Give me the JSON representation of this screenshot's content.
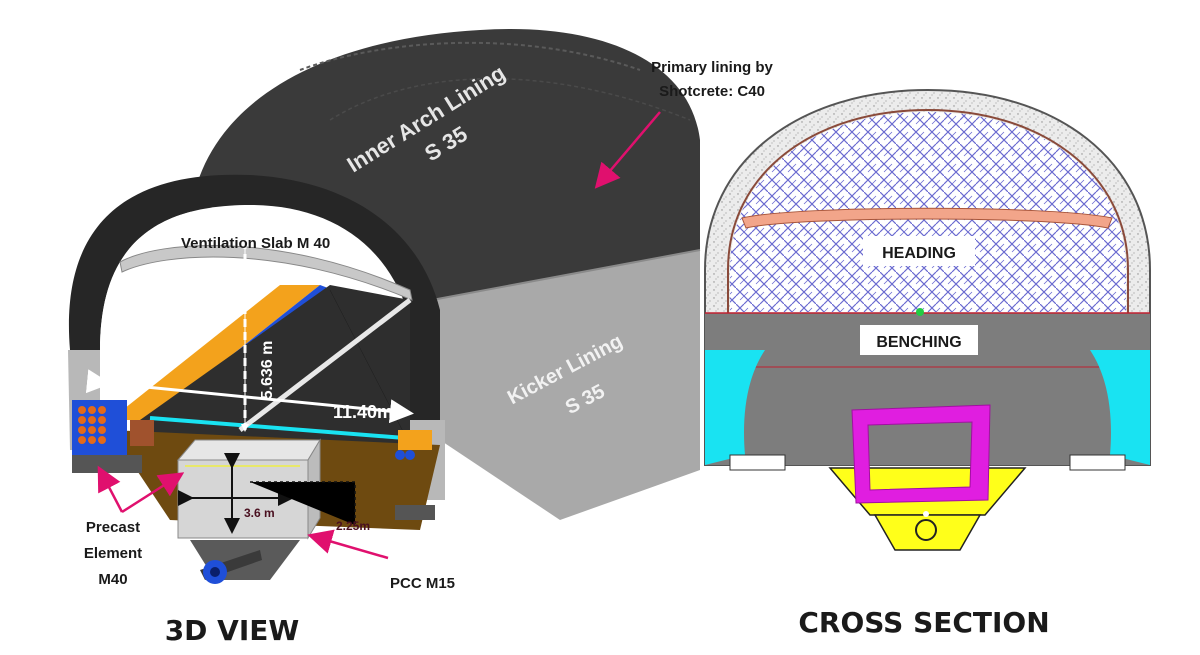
{
  "colors": {
    "tunnel_shell": "#3a3a3a",
    "tunnel_shell_dark": "#262626",
    "kicker_gray": "#a9a9a9",
    "orange_slab": "#f3a21c",
    "blue_beam": "#1f4fd8",
    "bench_gray": "#7d7d7d",
    "heading_hatch": "#6a6ad0",
    "cyan_fill": "#19e3f2",
    "magenta_frame": "#e01ee0",
    "yellow_fill": "#ffff1a",
    "arrow_pink": "#e0106e",
    "dim_dark": "#4a1020"
  },
  "view_3d": {
    "title": "3D VIEW",
    "inner_arch": {
      "line1": "Inner Arch Lining",
      "line2": "S 35"
    },
    "primary_lining": {
      "line1": "Primary lining by",
      "line2": "Shotcrete: C40"
    },
    "ventilation_slab": "Ventilation Slab  M 40",
    "kicker_left": {
      "line1": "Kicker Lining",
      "line2": "S 35"
    },
    "kicker_right": {
      "line1": "Kicker Lining",
      "line2": "S 35"
    },
    "dim_height": "5.636 m",
    "dim_width": "11.40m",
    "dim_duct": "3.6 m",
    "dim_duct_depth": "2.25m",
    "precast": {
      "line1": "Precast",
      "line2": "Element",
      "line3": "M40"
    },
    "pcc": "PCC M15"
  },
  "cross_section": {
    "title": "CROSS SECTION",
    "heading": "HEADING",
    "benching": "BENCHING"
  }
}
